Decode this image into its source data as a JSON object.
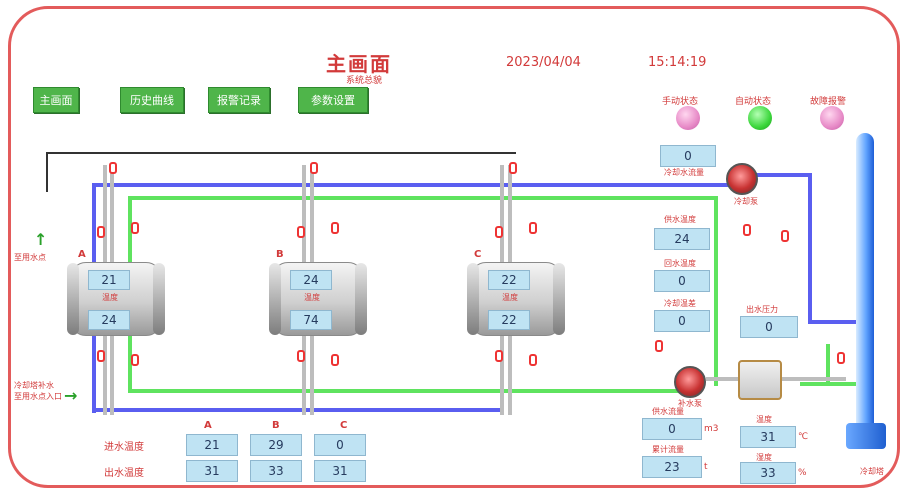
{
  "header": {
    "title": "主画面",
    "subtitle": "系统总貌",
    "date": "2023/04/04",
    "time": "15:14:19"
  },
  "nav_buttons": [
    {
      "label": "主画面"
    },
    {
      "label": "历史曲线"
    },
    {
      "label": "报警记录"
    },
    {
      "label": "参数设置"
    }
  ],
  "status_lamps": [
    {
      "label": "手动状态",
      "color": "#e78ac7"
    },
    {
      "label": "自动状态",
      "color": "#3bd63b"
    },
    {
      "label": "故障报警",
      "color": "#e78ac7"
    }
  ],
  "left_labels": {
    "top_arrow_text": "至用水点",
    "bottom_arrow_text": "冷却塔补水\n至用水点入口"
  },
  "tanks": [
    {
      "id": "A",
      "top": "21",
      "unit": "温度",
      "bottom": "24"
    },
    {
      "id": "B",
      "top": "24",
      "unit": "温度",
      "bottom": "74"
    },
    {
      "id": "C",
      "top": "22",
      "unit": "温度",
      "bottom": "22"
    }
  ],
  "right_panel": {
    "top_value": "0",
    "top_caption": "冷却水流量",
    "boxes": [
      {
        "label": "供水温度",
        "value": "24"
      },
      {
        "label": "回水温度",
        "value": "0"
      },
      {
        "label": "冷却温差",
        "value": "0"
      },
      {
        "label": "出水压力",
        "value": "0"
      }
    ],
    "bottom_left": {
      "label": "供水流量",
      "value": "0",
      "unit": "m3"
    },
    "bottom_left_2": {
      "label": "累计流量",
      "value": "23",
      "unit": "t"
    },
    "bottom_right_1": {
      "label": "温度",
      "value": "31",
      "unit": "℃"
    },
    "bottom_right_2": {
      "label": "湿度",
      "value": "33",
      "unit": "%"
    }
  },
  "summary_table": {
    "columns": [
      "A",
      "B",
      "C"
    ],
    "rows": [
      {
        "label": "进水温度",
        "values": [
          "21",
          "29",
          "0"
        ]
      },
      {
        "label": "出水温度",
        "values": [
          "31",
          "33",
          "31"
        ]
      }
    ]
  },
  "bottom_right_caption": "冷却塔",
  "pump_labels": [
    "冷却泵",
    "补水泵"
  ]
}
